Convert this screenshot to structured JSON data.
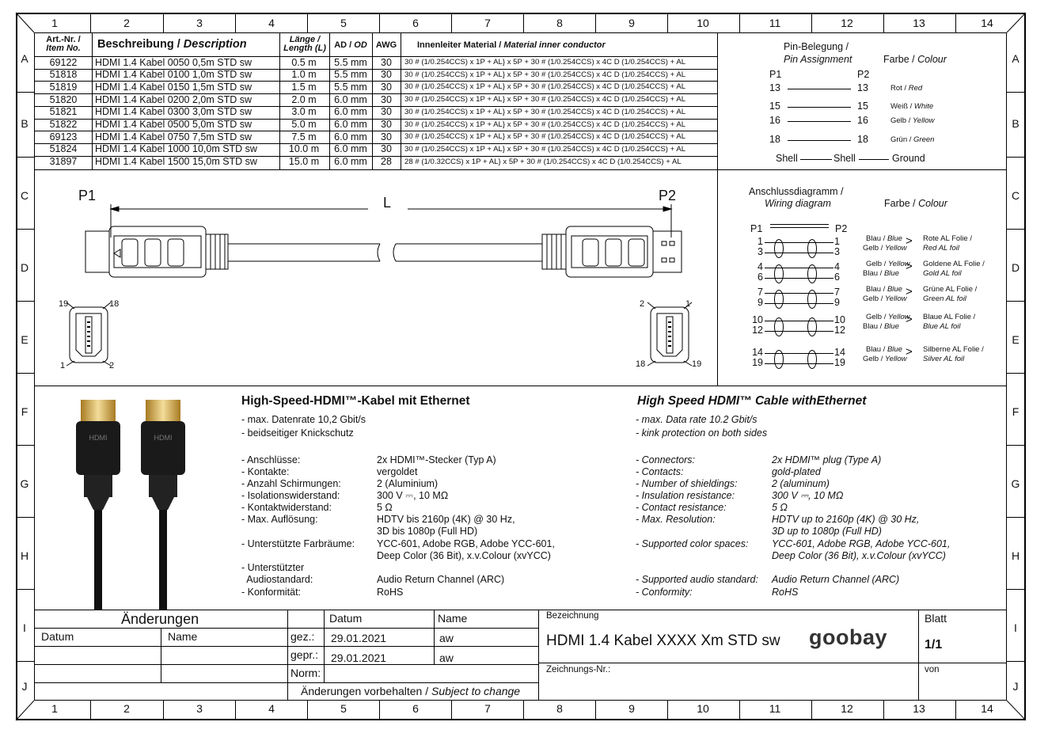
{
  "column_numbers": [
    "1",
    "2",
    "3",
    "4",
    "5",
    "6",
    "7",
    "8",
    "9",
    "10",
    "11",
    "12",
    "13",
    "14"
  ],
  "row_letters": [
    "A",
    "B",
    "C",
    "D",
    "E",
    "F",
    "G",
    "H",
    "I",
    "J"
  ],
  "table": {
    "headers": {
      "art_de": "Art.-Nr. /",
      "art_en": "Item No.",
      "desc_de": "Beschreibung / ",
      "desc_en": "Description",
      "len_de": "Länge /",
      "len_en": "Length (L)",
      "od": "AD / ",
      "od_en": "OD",
      "awg": "AWG",
      "mat_de": "Innenleiter Material / ",
      "mat_en": "Material inner conductor"
    },
    "rows": [
      {
        "art": "69122",
        "desc": "HDMI 1.4 Kabel 0050 0,5m STD sw",
        "len": "0.5 m",
        "od": "5.5 mm",
        "awg": "30",
        "mat": "30 # (1/0.254CCS) x 1P + AL} x 5P + 30 # (1/0.254CCS) x 4C D (1/0.254CCS) + AL"
      },
      {
        "art": "51818",
        "desc": "HDMI 1.4 Kabel 0100 1,0m STD sw",
        "len": "1.0 m",
        "od": "5.5 mm",
        "awg": "30",
        "mat": "30 # (1/0.254CCS) x 1P + AL} x 5P + 30 # (1/0.254CCS) x 4C D (1/0.254CCS) + AL"
      },
      {
        "art": "51819",
        "desc": "HDMI 1.4 Kabel 0150 1,5m STD sw",
        "len": "1.5 m",
        "od": "5.5 mm",
        "awg": "30",
        "mat": "30 # (1/0.254CCS) x 1P + AL} x 5P + 30 # (1/0.254CCS) x 4C D (1/0.254CCS) + AL"
      },
      {
        "art": "51820",
        "desc": "HDMI 1.4 Kabel 0200 2,0m STD sw",
        "len": "2.0 m",
        "od": "6.0 mm",
        "awg": "30",
        "mat": "30 # (1/0.254CCS) x 1P + AL} x 5P + 30 # (1/0.254CCS) x 4C D (1/0.254CCS) + AL"
      },
      {
        "art": "51821",
        "desc": "HDMI 1.4 Kabel 0300 3,0m STD sw",
        "len": "3.0 m",
        "od": "6.0 mm",
        "awg": "30",
        "mat": "30 # (1/0.254CCS) x 1P + AL} x 5P + 30 # (1/0.254CCS) x 4C D (1/0.254CCS) + AL"
      },
      {
        "art": "51822",
        "desc": "HDMI 1.4 Kabel 0500 5,0m STD sw",
        "len": "5.0 m",
        "od": "6.0 mm",
        "awg": "30",
        "mat": "30 # (1/0.254CCS) x 1P + AL} x 5P + 30 # (1/0.254CCS) x 4C D (1/0.254CCS) + AL"
      },
      {
        "art": "69123",
        "desc": "HDMI 1.4 Kabel 0750 7,5m STD sw",
        "len": "7.5 m",
        "od": "6.0 mm",
        "awg": "30",
        "mat": "30 # (1/0.254CCS) x 1P + AL} x 5P + 30 # (1/0.254CCS) x 4C D (1/0.254CCS) + AL"
      },
      {
        "art": "51824",
        "desc": "HDMI 1.4 Kabel 1000 10,0m STD sw",
        "len": "10.0 m",
        "od": "6.0 mm",
        "awg": "30",
        "mat": "30 # (1/0.254CCS) x 1P + AL} x 5P + 30 # (1/0.254CCS) x 4C D (1/0.254CCS) + AL"
      },
      {
        "art": "31897",
        "desc": "HDMI 1.4 Kabel 1500 15,0m STD sw",
        "len": "15.0 m",
        "od": "6.0 mm",
        "awg": "28",
        "mat": "28 # (1/0.32CCS) x 1P + AL} x 5P + 30 # (1/0.254CCS) x 4C D (1/0.254CCS) + AL"
      }
    ]
  },
  "pin": {
    "title_de": "Pin-Belegung /",
    "title_en": "Pin Assignment",
    "colour_de": "Farbe / ",
    "colour_en": "Colour",
    "p1": "P1",
    "p2": "P2",
    "rows": [
      {
        "a": "13",
        "b": "13",
        "de": "Rot / ",
        "en": "Red"
      },
      {
        "a": "15",
        "b": "15",
        "de": "Weiß / ",
        "en": "White"
      },
      {
        "a": "16",
        "b": "16",
        "de": "Gelb / ",
        "en": "Yellow"
      },
      {
        "a": "18",
        "b": "18",
        "de": "Grün / ",
        "en": "Green"
      }
    ],
    "shell1": "Shell",
    "shell2": "Shell",
    "ground": "Ground"
  },
  "cable": {
    "p1": "P1",
    "p2": "P2",
    "len": "L",
    "pin19": "19",
    "pin18": "18",
    "pin1": "1",
    "pin2": "2",
    "r2": "2",
    "r1": "1",
    "r18": "18",
    "r19": "19"
  },
  "wiring": {
    "title_de": "Anschlussdiagramm /",
    "title_en": "Wiring diagram",
    "colour_de": "Farbe / ",
    "colour_en": "Colour",
    "p1": "P1",
    "p2": "P2",
    "groups": [
      {
        "a1": "1",
        "a2": "3",
        "c1": "Blau / ",
        "c1e": "Blue",
        "c2": "Gelb / ",
        "c2e": "Yellow",
        "f1": "Rote AL Folie /",
        "f2": "Red AL foil"
      },
      {
        "a1": "4",
        "a2": "6",
        "c1": "Gelb / ",
        "c1e": "Yellow",
        "c2": "Blau / ",
        "c2e": "Blue",
        "f1": "Goldene AL Folie /",
        "f2": "Gold AL foil"
      },
      {
        "a1": "7",
        "a2": "9",
        "c1": "Blau / ",
        "c1e": "Blue",
        "c2": "Gelb / ",
        "c2e": "Yellow",
        "f1": "Grüne AL Folie /",
        "f2": "Green AL foil"
      },
      {
        "a1": "10",
        "a2": "12",
        "c1": "Gelb / ",
        "c1e": "Yellow",
        "c2": "Blau / ",
        "c2e": "Blue",
        "f1": "Blaue AL Folie /",
        "f2": "Blue AL foil"
      },
      {
        "a1": "14",
        "a2": "19",
        "c1": "Blau / ",
        "c1e": "Blue",
        "c2": "Gelb / ",
        "c2e": "Yellow",
        "f1": "Silberne AL Folie /",
        "f2": "Silver AL foil"
      }
    ]
  },
  "spec_de": {
    "title": "High-Speed-HDMI™-Kabel mit Ethernet",
    "b1": "- max. Datenrate 10,2 Gbit/s",
    "b2": "- beidseitiger Knickschutz",
    "labels": [
      "- Anschlüsse:",
      "- Kontakte:",
      "- Anzahl Schirmungen:",
      "- Isolationswiderstand:",
      "- Kontaktwiderstand:",
      "- Max. Auflösung:",
      "",
      "- Unterstützte Farbräume:",
      "",
      "- Unterstützter",
      "  Audiostandard:",
      "- Konformität:"
    ],
    "values": [
      "2x HDMI™-Stecker (Typ A)",
      "vergoldet",
      "2 (Aluminium)",
      "300 V ⎓, 10 MΩ",
      "5 Ω",
      "HDTV bis 2160p (4K) @ 30 Hz,",
      "3D bis 1080p (Full HD)",
      "YCC-601, Adobe RGB, Adobe YCC-601,",
      "Deep Color (36 Bit), x.v.Colour (xvYCC)",
      "",
      "Audio Return Channel (ARC)",
      "RoHS"
    ]
  },
  "spec_en": {
    "title": "High Speed HDMI™ Cable withEthernet",
    "b1": "- max. Data rate 10.2 Gbit/s",
    "b2": "- kink protection on both sides",
    "labels": [
      "- Connectors:",
      "- Contacts:",
      "- Number of shieldings:",
      "- Insulation resistance:",
      "- Contact resistance:",
      "- Max. Resolution:",
      "",
      "- Supported color spaces:",
      "",
      "- Supported audio standard:",
      "- Conformity:",
      ""
    ],
    "values": [
      "2x HDMI™ plug (Type A)",
      "gold-plated",
      "2 (aluminum)",
      "300 V ⎓, 10 MΩ",
      "5 Ω",
      "HDTV up to 2160p (4K) @ 30 Hz,",
      "3D up to 1080p (Full HD)",
      "YCC-601, Adobe RGB, Adobe YCC-601,",
      "Deep Color (36 Bit), x.v.Colour (xvYCC)",
      "Audio Return Channel (ARC)",
      "RoHS",
      ""
    ]
  },
  "product_image": {
    "label1": "HDMI",
    "label2": "HDMI"
  },
  "title_block": {
    "aenderungen": "Änderungen",
    "datum": "Datum",
    "name": "Name",
    "datum2": "Datum",
    "name2": "Name",
    "gez": "gez.:",
    "gez_date": "29.01.2021",
    "gez_name": "aw",
    "gepr": "gepr.:",
    "gepr_date": "29.01.2021",
    "gepr_name": "aw",
    "norm": "Norm:",
    "subject_de": "Änderungen vorbehalten / ",
    "subject_en": "Subject to change",
    "bezeichnung": "Bezeichnung",
    "title": "HDMI 1.4 Kabel XXXX Xm STD sw",
    "logo": "goobay",
    "zeichnungs": "Zeichnungs-Nr.:",
    "blatt": "Blatt",
    "blatt_val": "1/1",
    "von": "von"
  }
}
